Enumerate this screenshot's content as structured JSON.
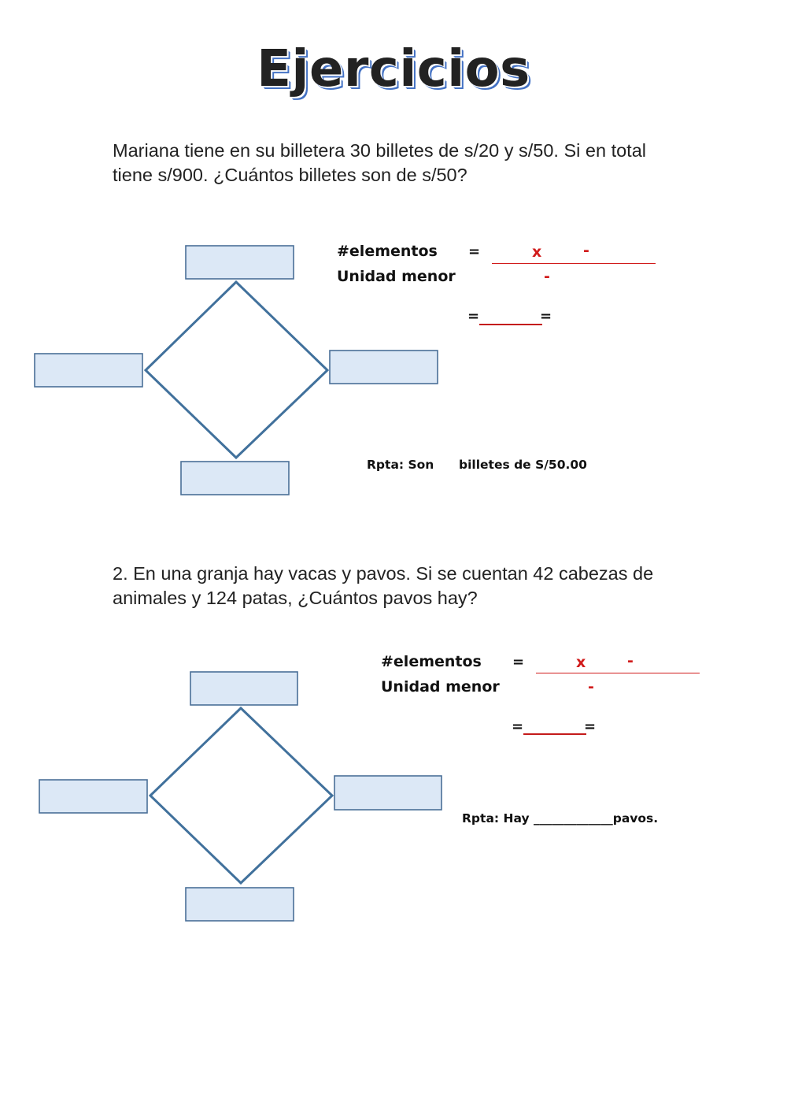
{
  "title": "Ejercicios",
  "colors": {
    "box_fill": "#dce8f6",
    "box_stroke": "#4a6f98",
    "diamond_stroke": "#41719c",
    "accent_red": "#d11b1b",
    "title_shadow": "#4472c4"
  },
  "exercises": [
    {
      "question": "Mariana tiene en su billetera 30 billetes de s/20 y s/50. Si en total tiene s/900. ¿Cuántos billetes son de s/50?",
      "formula": {
        "numerator_label": "#elementos",
        "denominator_label": "Unidad menor",
        "equals": "=",
        "times_symbol": "x",
        "minus_top": "-",
        "minus_bottom": "-",
        "result_equals_left": "=",
        "result_equals_right": "="
      },
      "diagram": {
        "boxes": [
          "",
          "",
          "",
          ""
        ]
      },
      "answer": {
        "prefix": "Rpta: Son",
        "suffix": "billetes de S/50.00"
      }
    },
    {
      "question": "2. En una granja hay vacas y pavos. Si se cuentan 42 cabezas de animales y 124 patas, ¿Cuántos pavos hay?",
      "formula": {
        "numerator_label": "#elementos",
        "denominator_label": "Unidad menor",
        "equals": "=",
        "times_symbol": "x",
        "minus_top": "-",
        "minus_bottom": "-",
        "result_equals_left": "=",
        "result_equals_right": "="
      },
      "diagram": {
        "boxes": [
          "",
          "",
          "",
          ""
        ]
      },
      "answer": {
        "prefix": "Rpta: Hay",
        "blank": "_____________",
        "suffix": "pavos."
      }
    }
  ]
}
